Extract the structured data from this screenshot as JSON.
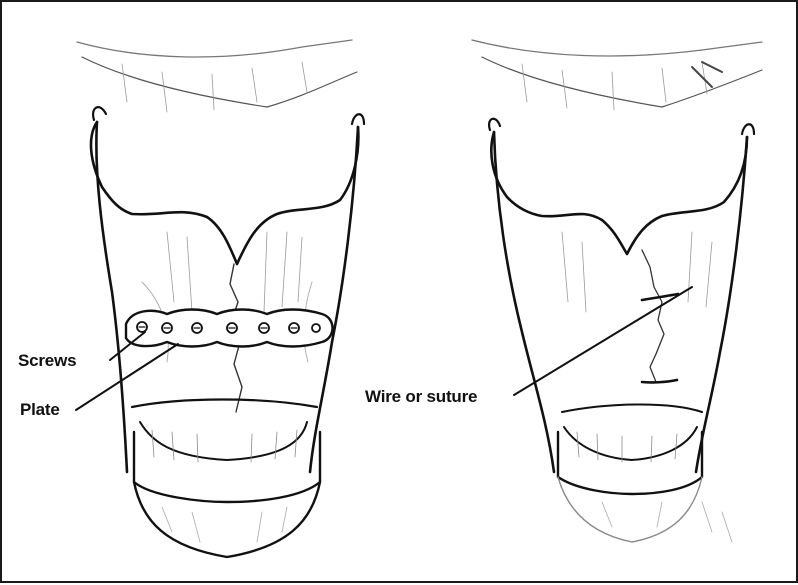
{
  "labels": {
    "screws": "Screws",
    "plate": "Plate",
    "wire": "Wire or suture"
  },
  "colors": {
    "ink": "#111111",
    "shade": "#8a8a8a",
    "background": "#ffffff"
  }
}
